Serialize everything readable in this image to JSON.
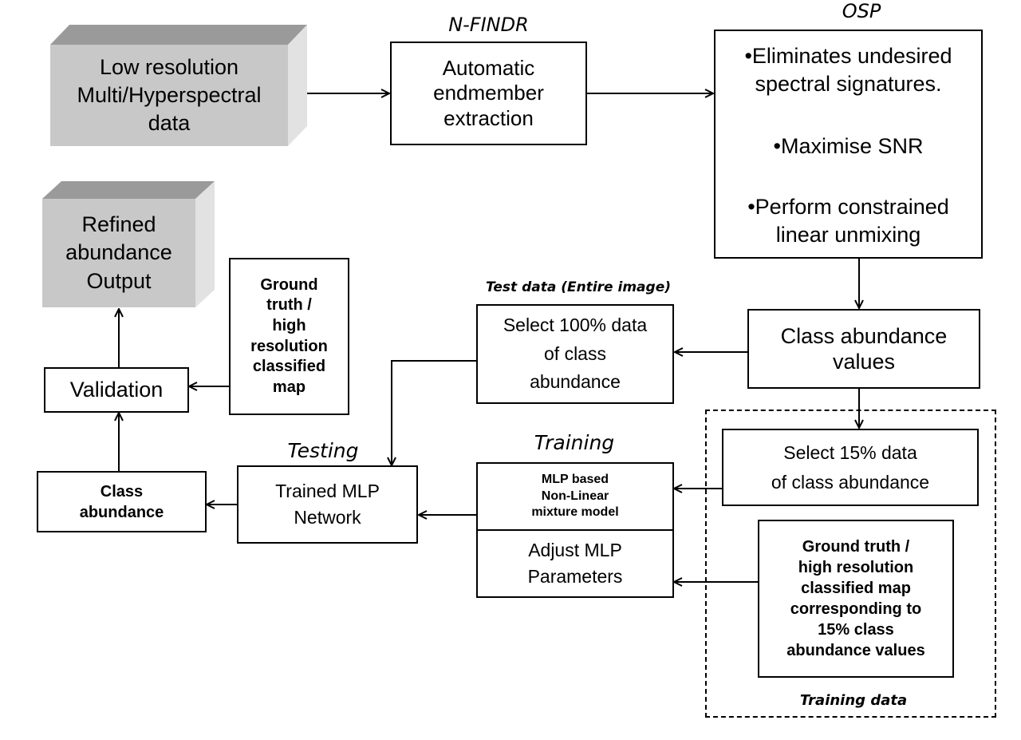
{
  "diagram": {
    "input_node": "Low resolution\nMulti/Hyperspectral\ndata",
    "nfindr": {
      "label": "N-FINDR",
      "text": "Automatic\nendmember\nextraction"
    },
    "osp": {
      "label": "OSP",
      "steps": [
        "•Eliminates undesired\nspectral signatures.",
        "•Maximise SNR",
        "•Perform constrained\nlinear unmixing"
      ]
    },
    "class_abundance_values": "Class abundance\nvalues",
    "test_data": {
      "label": "Test data (Entire image)",
      "text": "Select 100% data\nof class\nabundance"
    },
    "training_data_group": {
      "label": "Training data",
      "select_15": "Select 15% data\nof class abundance",
      "ground_truth": "Ground truth /\nhigh resolution\nclassified map\ncorresponding to\n15% class\nabundance values"
    },
    "training": {
      "label": "Training",
      "mlp_model": "MLP based\nNon-Linear\nmixture model",
      "adjust": "Adjust MLP\nParameters"
    },
    "testing": {
      "label": "Testing",
      "trained_mlp": "Trained MLP\nNetwork"
    },
    "class_abundance": "Class\nabundance",
    "validation": "Validation",
    "ground_truth_validation": "Ground\ntruth /\nhigh\nresolution\nclassified\nmap",
    "output_node": "Refined\nabundance\nOutput"
  }
}
